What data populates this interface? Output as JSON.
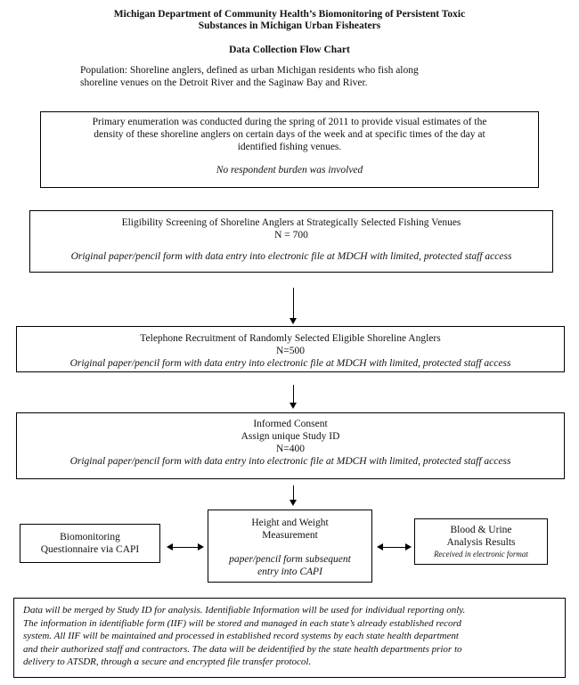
{
  "header": {
    "title_line1": "Michigan Department of Community Health’s Biomonitoring of Persistent Toxic",
    "title_line2": "Substances in Michigan Urban Fisheaters",
    "subtitle": "Data Collection Flow Chart",
    "population_line1": "Population:  Shoreline anglers, defined as urban Michigan residents who fish along",
    "population_line2": "shoreline venues on the Detroit River and the Saginaw Bay and River."
  },
  "enumeration": {
    "line1": "Primary enumeration was conducted during the spring of 2011 to provide visual estimates of the",
    "line2": "density of these shoreline anglers on certain days of the week and at specific times of the day at",
    "line3": "identified fishing venues.",
    "note": "No respondent burden was involved"
  },
  "eligibility": {
    "title": "Eligibility Screening of Shoreline Anglers at Strategically Selected Fishing Venues",
    "count": "N = 700",
    "note": "Original paper/pencil form with data entry into electronic file at MDCH with limited, protected staff access"
  },
  "recruitment": {
    "title": "Telephone Recruitment of Randomly Selected Eligible Shoreline Anglers",
    "count": "N=500",
    "note": "Original paper/pencil form with data entry into electronic file at MDCH with limited, protected staff access"
  },
  "consent": {
    "title": "Informed Consent",
    "subtitle": "Assign unique Study ID",
    "count": "N=400",
    "note": "Original paper/pencil form with data entry into electronic file at MDCH with limited, protected staff access"
  },
  "questionnaire": {
    "line1": "Biomonitoring",
    "line2": "Questionnaire via CAPI"
  },
  "measurement": {
    "line1": "Height and Weight",
    "line2": "Measurement",
    "note1": "paper/pencil form subsequent",
    "note2": "entry into CAPI"
  },
  "results": {
    "line1": "Blood & Urine",
    "line2": "Analysis Results",
    "note": "Received in electronic format"
  },
  "footer": {
    "line1": "Data will be merged by Study ID for analysis.  Identifiable Information will be used for individual reporting only.",
    "line2": "The information in identifiable form (IIF) will be stored and managed in each state’s already established record",
    "line3": "system. All IIF will be maintained and processed in established record systems by each state health department",
    "line4": "and their authorized staff and contractors. The data will be deidentified by the state health departments prior to",
    "line5": "delivery to ATSDR, through a secure and encrypted file transfer protocol."
  }
}
